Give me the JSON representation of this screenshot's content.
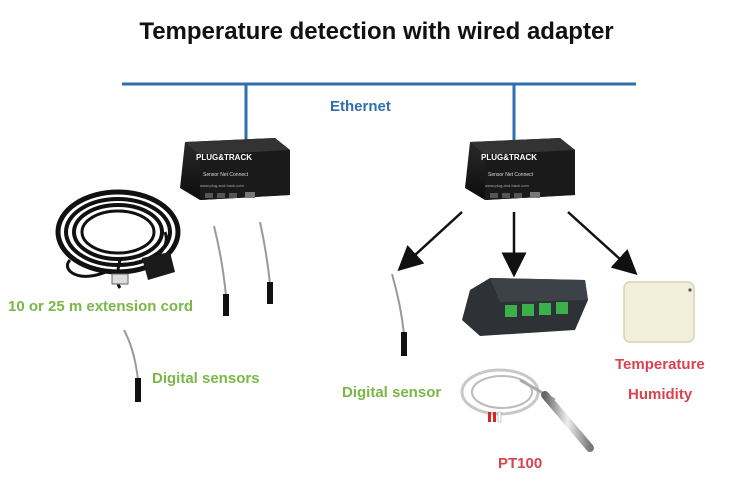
{
  "title": "Temperature detection with wired adapter",
  "network_label": "Ethernet",
  "device_brand": "PLUG&TRACK",
  "device_name": "Sensor Net Connect",
  "device_url": "www.plug-and-track.com",
  "labels": {
    "extension_cord": "10 or 25 m extension cord",
    "digital_sensors": "Digital sensors",
    "digital_sensor": "Digital sensor",
    "temperature": "Temperature",
    "humidity": "Humidity",
    "pt100": "PT100"
  },
  "colors": {
    "ethernet": "#2f6fb0",
    "sensor_label": "#7ab648",
    "th_label": "#d9434e"
  }
}
